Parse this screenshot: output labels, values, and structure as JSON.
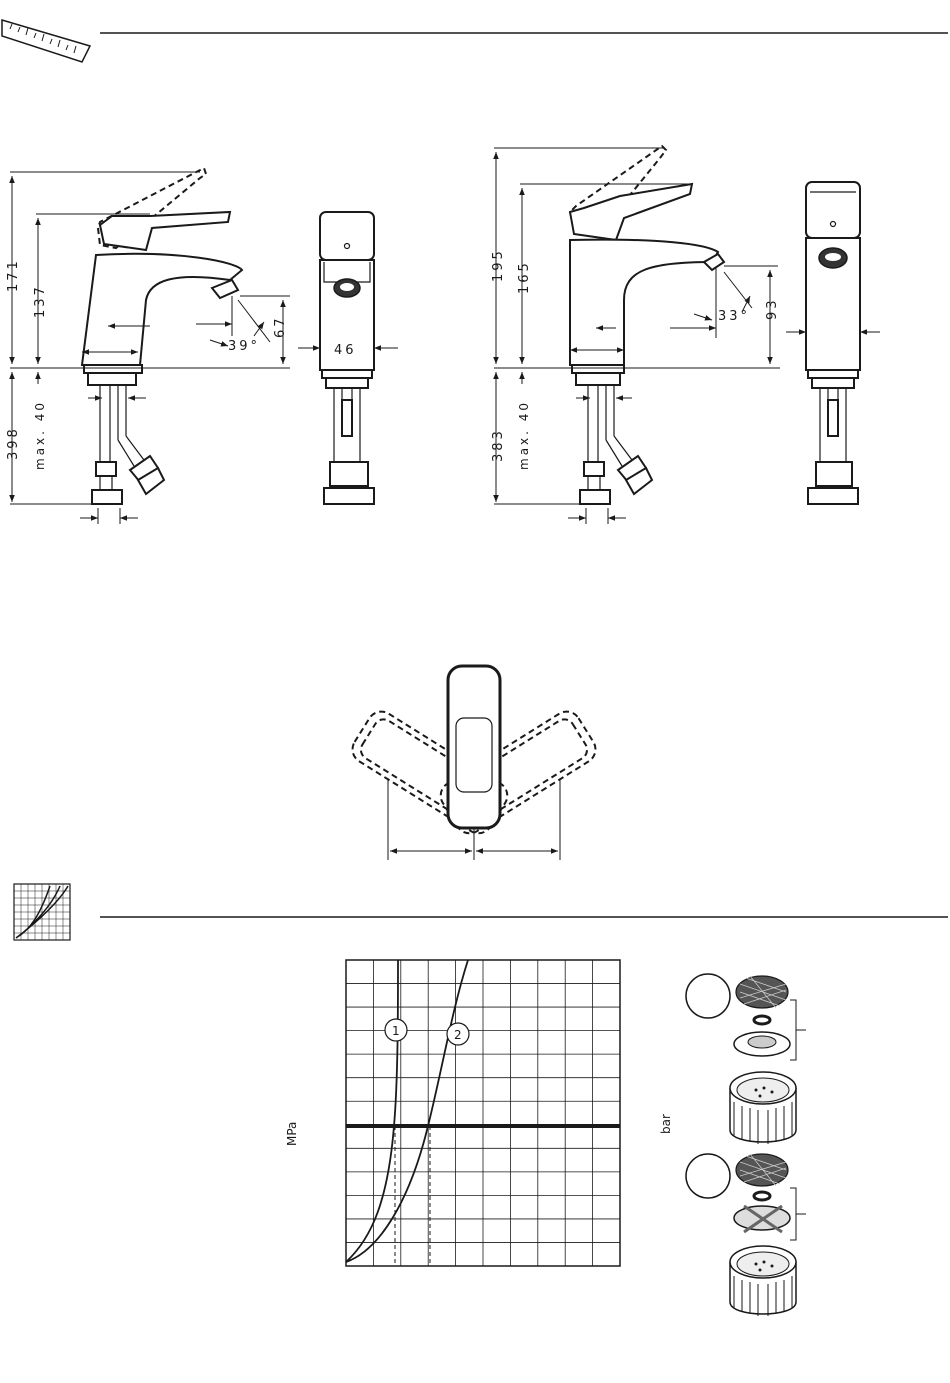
{
  "dimensions": {
    "left_total": "171",
    "left_lever": "137",
    "left_angle": "39°",
    "left_spout_h": "67",
    "left_width": "46",
    "left_below": "398",
    "left_max": "max. 40",
    "right_total": "195",
    "right_lever": "165",
    "right_angle": "33°",
    "right_spout_h": "93",
    "right_below": "383",
    "right_max": "max. 40"
  },
  "chart_data": {
    "type": "line",
    "title": "",
    "xlabel": "",
    "ylabel": "MPa",
    "ylabel_right": "bar",
    "series": [
      {
        "name": "1",
        "label": "1"
      },
      {
        "name": "2",
        "label": "2"
      }
    ],
    "grid": true
  },
  "aerators": [
    {
      "label": ""
    },
    {
      "label": ""
    }
  ]
}
